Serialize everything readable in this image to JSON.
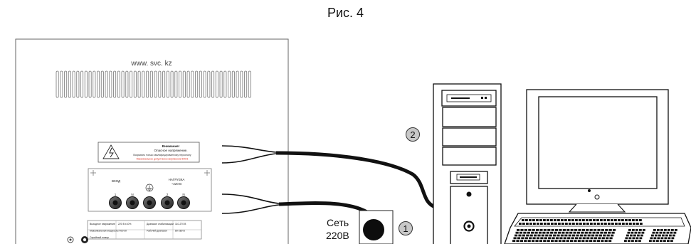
{
  "figure": {
    "title": "Рис. 4"
  },
  "stabilizer_panel": {
    "website": "www. svc. kz",
    "warning_title": "Внимание!",
    "warning_subtitle": "Опасное напряжение.",
    "warning_line1": "Вскрывать только квалифицированному персоналу",
    "warning_line2": "Максимальное допустимое напряжение 500 В",
    "input_label": "ВХОД",
    "output_label": "НАГРУЗКА",
    "output_voltage": "~220 В",
    "terminals": [
      "1",
      "N",
      "",
      "2",
      "N"
    ],
    "spec_rows": [
      [
        "Выходное напряжение",
        "220 В ±10%",
        "Диапазон стабилизации",
        "110-270 В"
      ],
      [
        "Максимальная мощность",
        "7000 Вт",
        "Рабочий диапазон",
        "80-280 В"
      ],
      [
        "Серийный номер",
        "",
        "",
        ""
      ]
    ],
    "accent_color": "#e03020"
  },
  "labels": {
    "mains": "Сеть",
    "mains_voltage": "220В",
    "callout_1": "1",
    "callout_2": "2"
  }
}
